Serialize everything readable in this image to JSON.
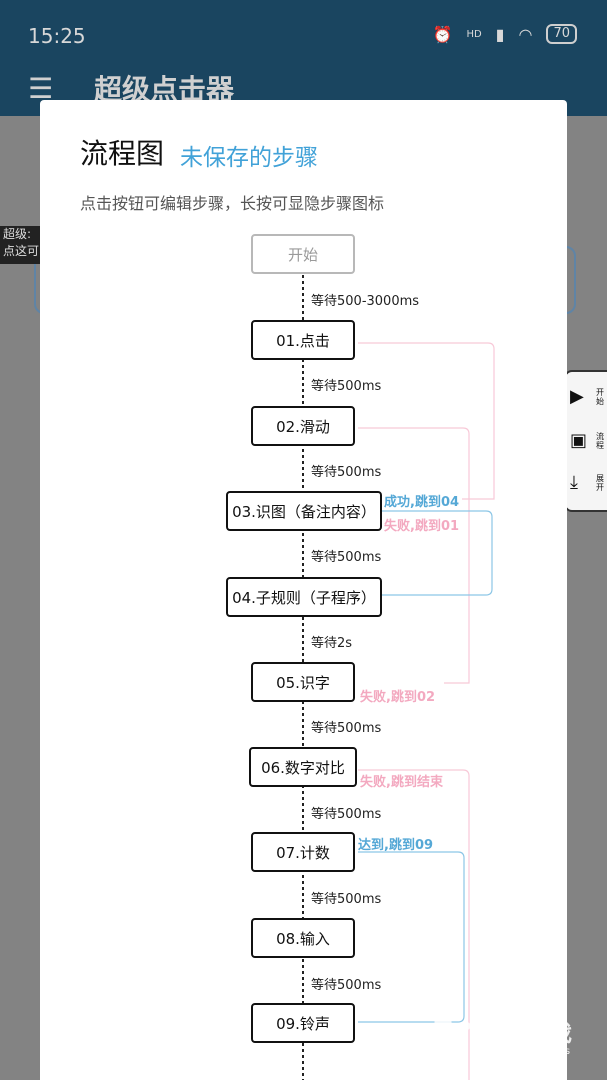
{
  "status_bar": {
    "time": "15:25",
    "network": "HD",
    "battery": "70"
  },
  "app_bar": {
    "title": "超级点击器"
  },
  "background": {
    "tag_line1": "超级:",
    "tag_line2": "点这可"
  },
  "side_panel": {
    "items": [
      {
        "icon": "play-icon",
        "label": "开始"
      },
      {
        "icon": "flowchart-icon",
        "label": "流程"
      },
      {
        "icon": "expand-icon",
        "label": "展开"
      }
    ]
  },
  "dialog": {
    "title": "流程图",
    "subtitle": "未保存的步骤",
    "hint": "点击按钮可编辑步骤，长按可显隐步骤图标",
    "start_label": "开始",
    "steps": [
      {
        "label": "01.点击",
        "wait": "等待500-3000ms"
      },
      {
        "label": "02.滑动",
        "wait": "等待500ms"
      },
      {
        "label": "03.识图（备注内容）",
        "wait": "等待500ms"
      },
      {
        "label": "04.子规则（子程序）",
        "wait": "等待500ms"
      },
      {
        "label": "05.识字",
        "wait": "等待2s"
      },
      {
        "label": "06.数字对比",
        "wait": "等待500ms"
      },
      {
        "label": "07.计数",
        "wait": "等待500ms"
      },
      {
        "label": "08.输入",
        "wait": "等待500ms"
      },
      {
        "label": "09.铃声",
        "wait": "等待500ms"
      }
    ],
    "jumps": [
      {
        "text": "成功,跳到04",
        "color": "blue"
      },
      {
        "text": "失败,跳到01",
        "color": "pink"
      },
      {
        "text": "失败,跳到02",
        "color": "pink"
      },
      {
        "text": "失败,跳到结束",
        "color": "pink"
      },
      {
        "text": "达到,跳到09",
        "color": "blue"
      }
    ]
  },
  "watermark": {
    "main": "仍玩游戏",
    "sub": "Rengwan Games"
  },
  "colors": {
    "accent": "#41a2d8",
    "pink": "#f3a9c0",
    "blue": "#55a8d6"
  }
}
